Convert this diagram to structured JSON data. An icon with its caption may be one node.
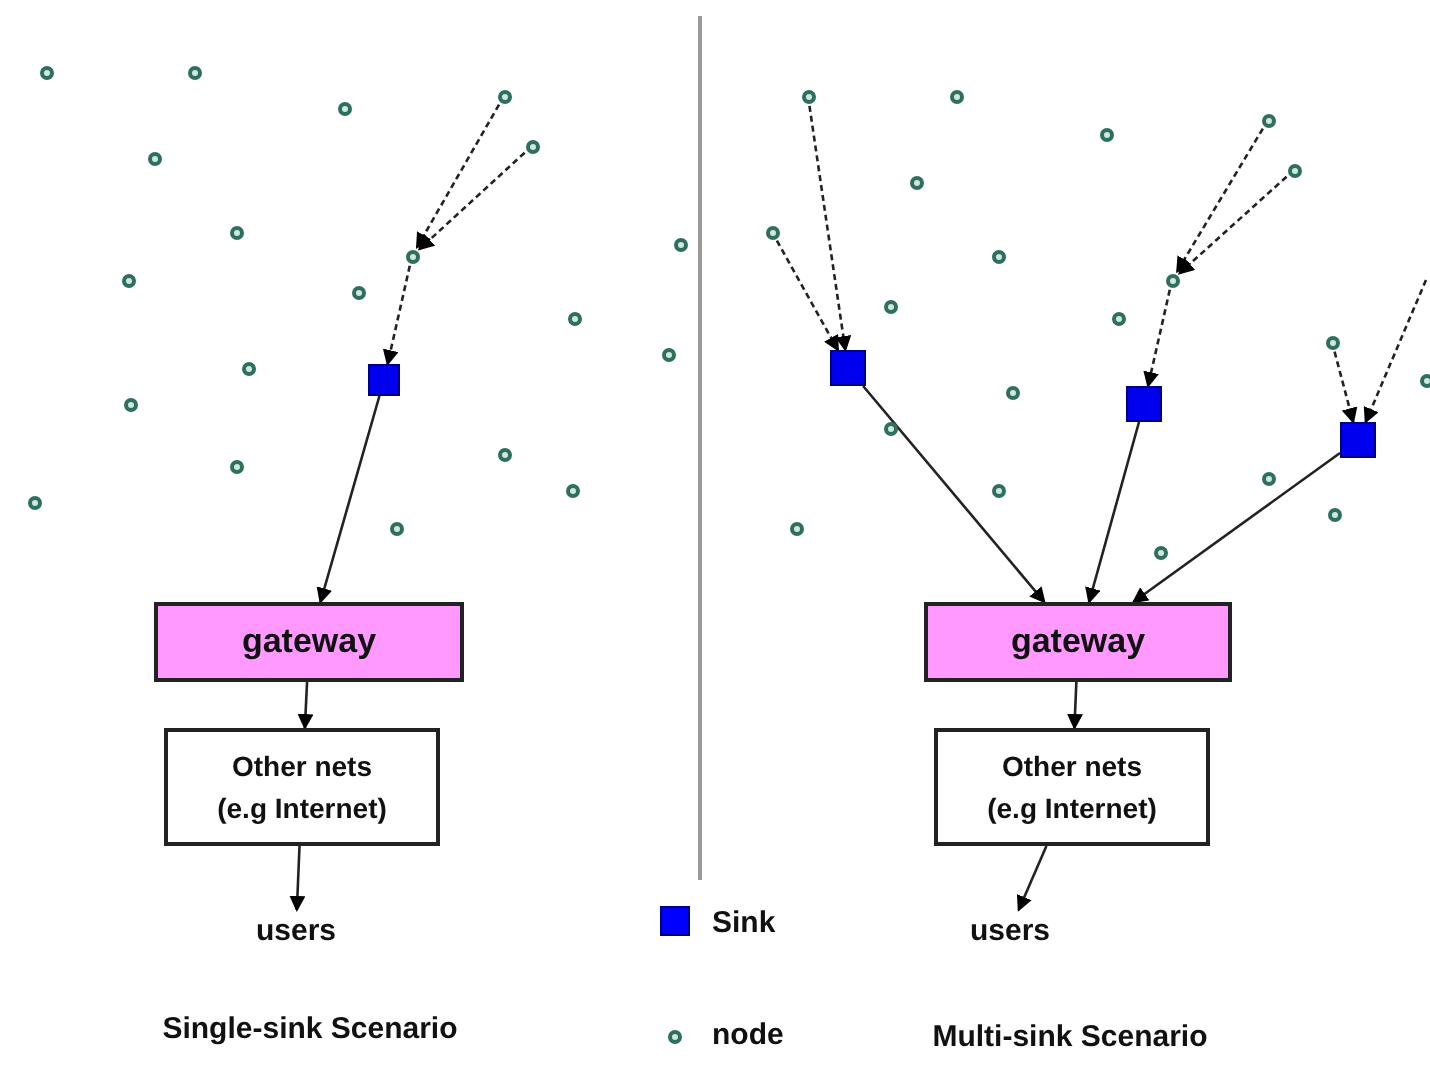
{
  "diagram": {
    "nodes": [
      {
        "text": [],
        "shape": "box"
      },
      {
        "text": [],
        "shape": "circle"
      },
      {
        "text": [],
        "shape": "circle"
      },
      {
        "text": [],
        "shape": "circle"
      },
      {
        "text": [
          "gateway"
        ]
      },
      {
        "text": [
          "Other nets (e.g Internet)"
        ]
      },
      {
        "text": [
          "users"
        ]
      },
      {
        "text": [],
        "shape": "circle"
      },
      {
        "text": [],
        "shape": "circle"
      },
      {
        "text": [],
        "shape": "box"
      },
      {
        "text": [],
        "shape": "circle"
      },
      {
        "text": [],
        "shape": "circle"
      },
      {
        "text": [],
        "shape": "circle"
      },
      {
        "text": [],
        "shape": "box"
      },
      {
        "text": [],
        "shape": "circle"
      },
      {
        "text": [],
        "shape": "box"
      },
      {
        "text": [
          "gateway"
        ]
      },
      {
        "text": [
          "Other nets (e.g Internet)"
        ]
      },
      {
        "text": [
          "users"
        ]
      }
    ],
    "edges": [
      {
        "from": 1,
        "to": 3,
        "arrow": "to",
        "style": "dashed"
      },
      {
        "from": 2,
        "to": 3,
        "arrow": "to",
        "style": "dashed"
      },
      {
        "from": 3,
        "to": 0,
        "arrow": "to",
        "style": "dashed"
      },
      {
        "from": 0,
        "to": 4,
        "arrow": "to"
      },
      {
        "from": 4,
        "to": 5,
        "arrow": "to"
      },
      {
        "from": 5,
        "to": 6,
        "arrow": "to"
      },
      {
        "from": 7,
        "to": 9,
        "arrow": "to",
        "style": "dashed"
      },
      {
        "from": 8,
        "to": 9,
        "arrow": "to",
        "style": "dashed"
      },
      {
        "from": 10,
        "to": 12,
        "arrow": "to",
        "style": "dashed"
      },
      {
        "from": 11,
        "to": 12,
        "arrow": "to",
        "style": "dashed"
      },
      {
        "from": 12,
        "to": 13,
        "arrow": "to",
        "style": "dashed"
      },
      {
        "from": 14,
        "to": 15,
        "arrow": "to",
        "style": "dashed"
      },
      {
        "from": null,
        "to": 15,
        "arrow": "to",
        "style": "dashed"
      },
      {
        "from": 9,
        "to": 16,
        "arrow": "to"
      },
      {
        "from": 13,
        "to": 16,
        "arrow": "to"
      },
      {
        "from": 15,
        "to": 16,
        "arrow": "to"
      },
      {
        "from": 16,
        "to": 17,
        "arrow": "to"
      },
      {
        "from": 17,
        "to": 18,
        "arrow": "to"
      }
    ],
    "labels": [
      "Single-sink Scenario",
      "Multi-sink Scenario"
    ],
    "legend": [
      {
        "text": "Sink",
        "color": "#0000ff"
      },
      {
        "text": "node"
      }
    ]
  }
}
